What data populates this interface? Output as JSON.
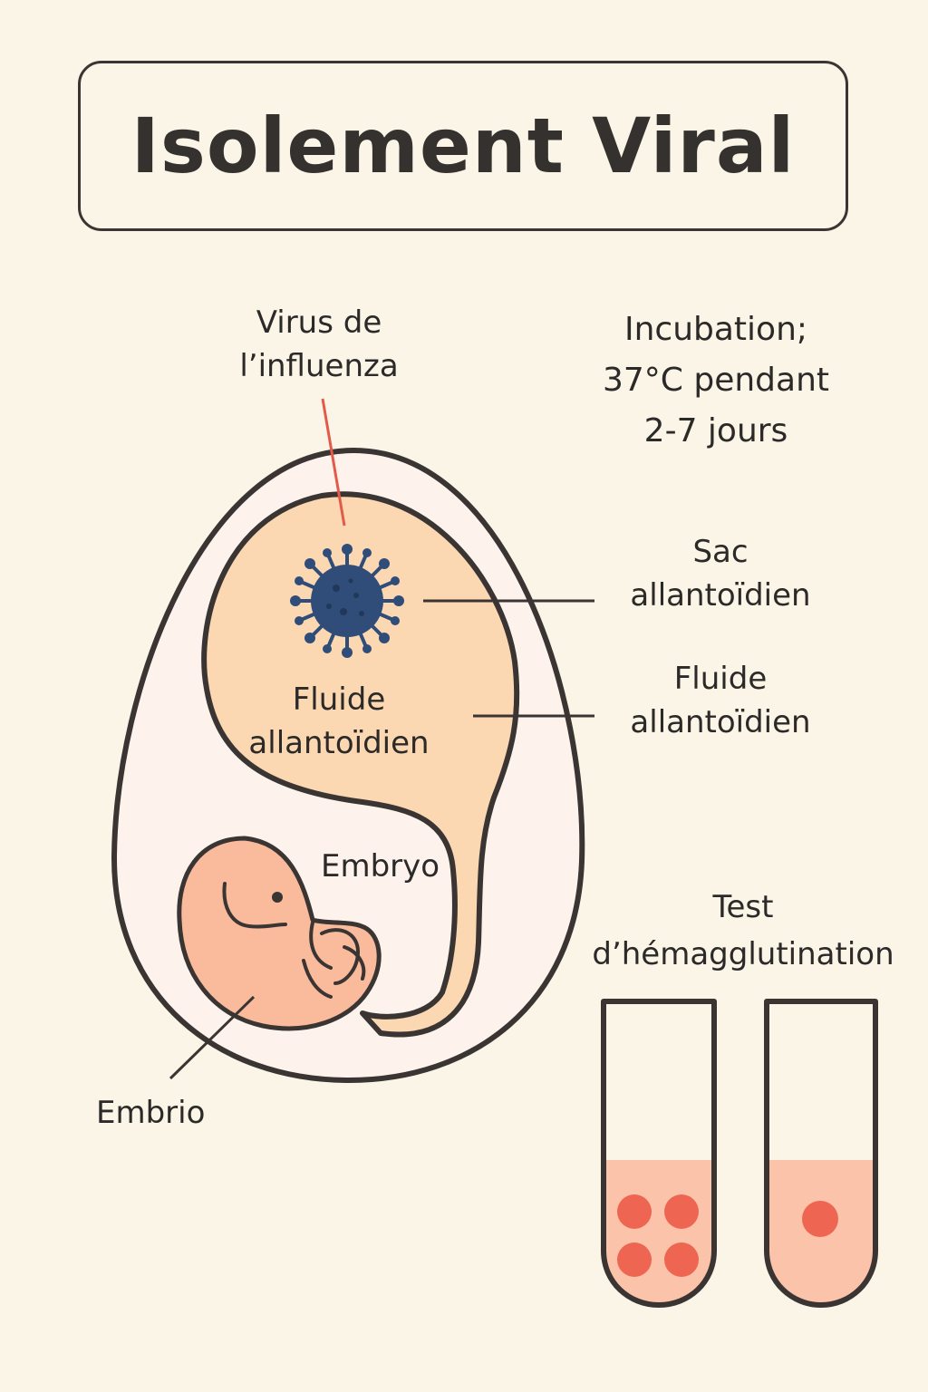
{
  "title": "Isolement Viral",
  "labels": {
    "virus": [
      "Virus de",
      "l’influenza"
    ],
    "incubation": [
      "Incubation;",
      "37°C pendant",
      "2-7 jours"
    ],
    "sac": [
      "Sac",
      "allantoïdien"
    ],
    "fluide_right": [
      "Fluide",
      "allantoïdien"
    ],
    "fluide_inside": [
      "Fluide",
      "allantoïdien"
    ],
    "embryo": "Embryo",
    "embrio": "Embrio",
    "test": [
      "Test",
      "d’hémagglutination"
    ]
  },
  "icons": {
    "virus": "virus-icon",
    "embryo": "embryo-illustration",
    "tubes": "test-tube-icon"
  },
  "colors": {
    "background": "#fbf5e8",
    "outline": "#3a3533",
    "egg_fill": "#fdf3ec",
    "allantoic_fluid": "#fbd8b2",
    "embryo": "#f9bb9c",
    "virus": "#2f4d78",
    "needle": "#e35a4b",
    "red_cells": "#ee6652",
    "tube_liquid": "#fbc3aa"
  }
}
